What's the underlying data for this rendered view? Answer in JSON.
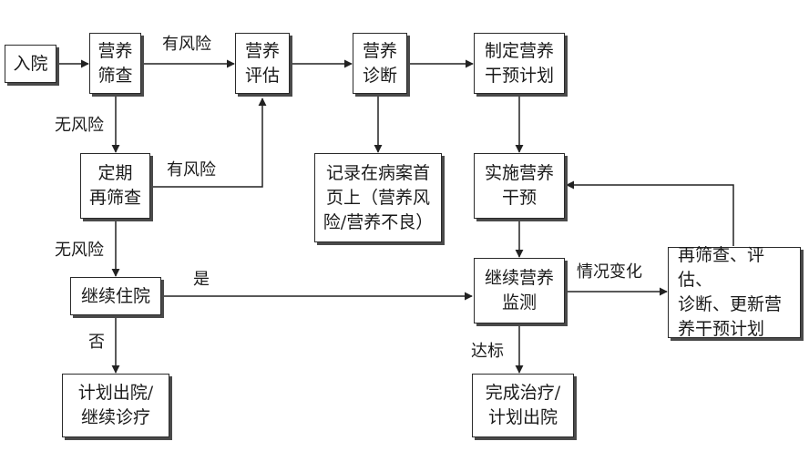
{
  "nodes": {
    "admission": "入院",
    "nutrition_screening": "营养\n筛查",
    "nutrition_assessment": "营养\n评估",
    "nutrition_diagnosis": "营养\n诊断",
    "make_plan": "制定营养\n干预计划",
    "periodic_rescreening": "定期\n再筛查",
    "record": "记录在病案首\n页上（营养风\n险/营养不良）",
    "implement": "实施营养\n干预",
    "continue_stay": "继续住院",
    "monitoring": "继续营养\n监测",
    "rescreen_update": "再筛查、评估、\n诊断、更新营\n养干预计划",
    "discharge_plan": "计划出院/\n继续诊疗",
    "complete_treatment": "完成治疗/\n计划出院"
  },
  "edge_labels": {
    "risk_top": "有风险",
    "no_risk_1": "无风险",
    "risk_mid": "有风险",
    "no_risk_2": "无风险",
    "yes": "是",
    "no": "否",
    "status_change": "情况变化",
    "target_met": "达标"
  }
}
